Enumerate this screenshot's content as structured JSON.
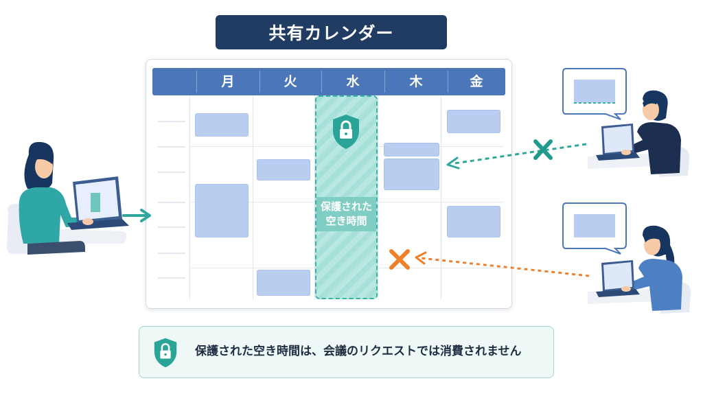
{
  "title": "共有カレンダー",
  "days": [
    "月",
    "火",
    "水",
    "木",
    "金"
  ],
  "protected_slot": {
    "line1": "保護された",
    "line2": "空き時間"
  },
  "note": "保護された空き時間は、会議のリクエストでは消費されません",
  "colors": {
    "navy": "#213c63",
    "header_blue": "#4c76ba",
    "event_blue": "#b8cdf0",
    "teal": "#2fa89b",
    "orange": "#f07f2a"
  },
  "icons": [
    "shield-lock-icon",
    "arrow-right-icon",
    "x-mark-icon",
    "person-icon",
    "laptop-icon",
    "speech-bubble-icon"
  ]
}
